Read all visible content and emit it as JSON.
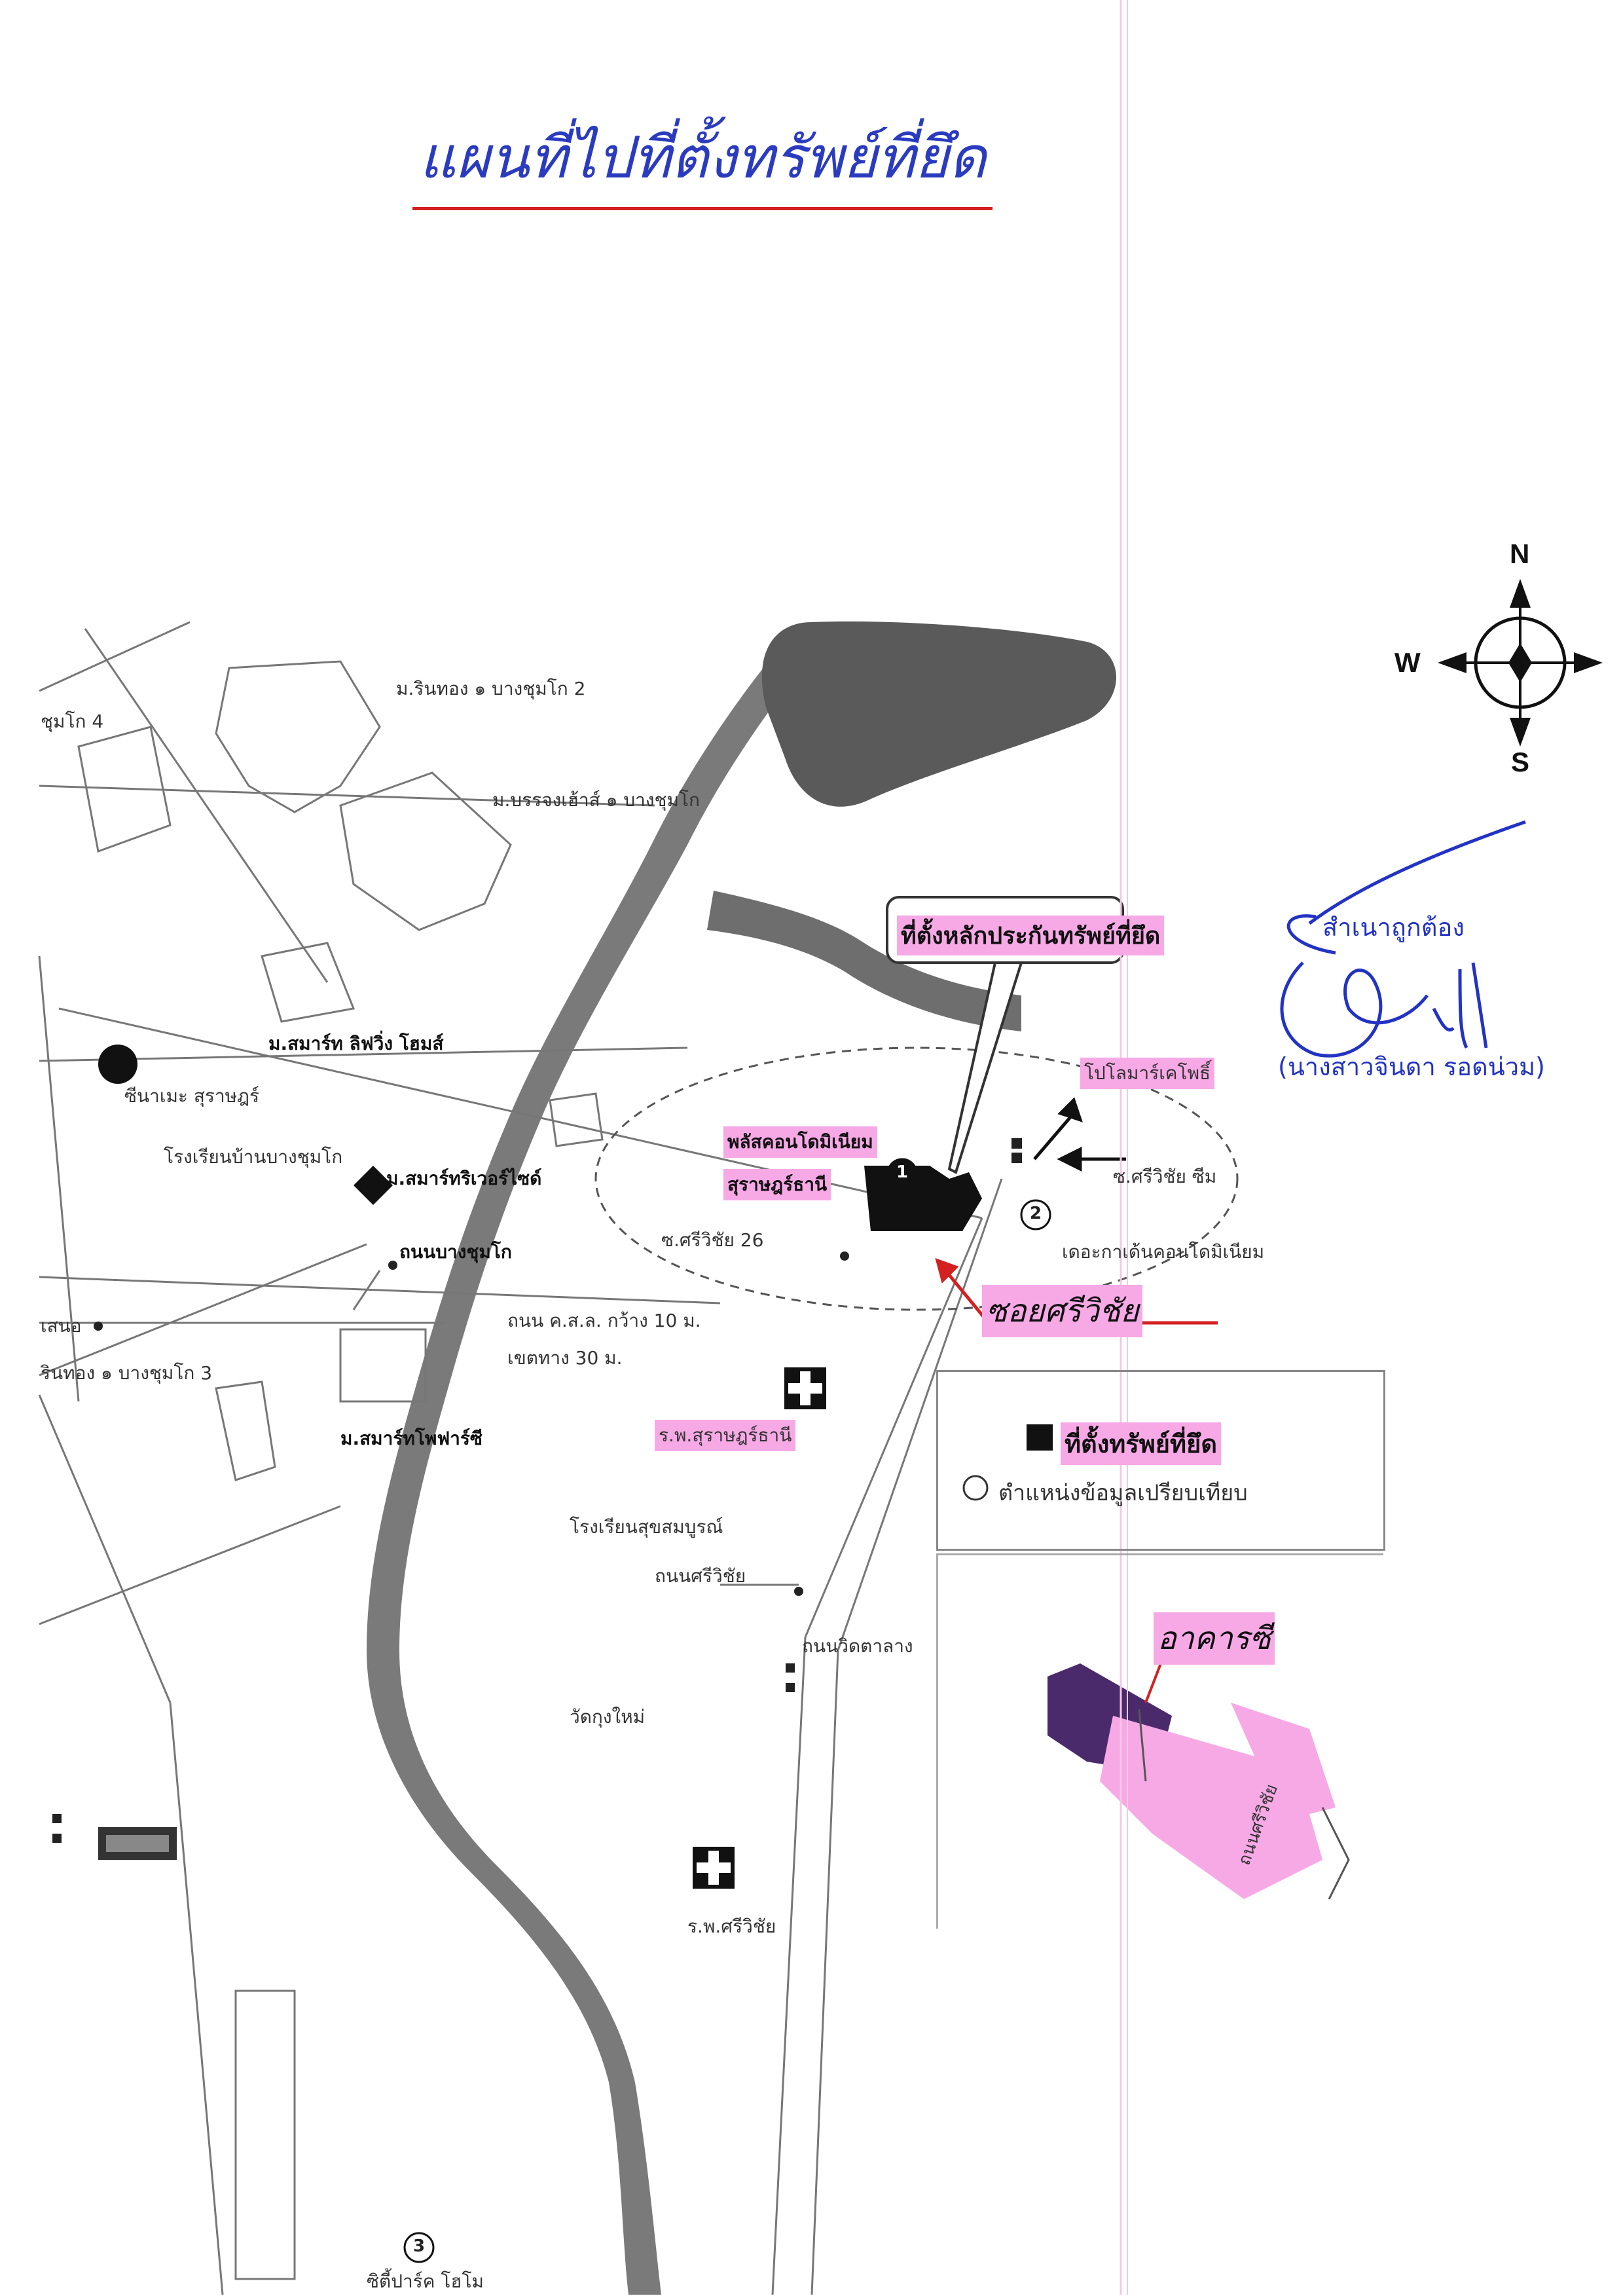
{
  "title": "แผนที่ไปที่ตั้งทรัพย์ที่ยึด",
  "compass": {
    "north": "N",
    "south": "S",
    "west": "W"
  },
  "certification": {
    "certified_text": "สำเนาถูกต้อง",
    "name": "(นางสาวจินดา รอดน่วม)"
  },
  "property_callout": "ที่ตั้งหลักประกันทรัพย์ที่ยึด",
  "road_label_handwritten": "ซอยศรีวิชัย",
  "building_label_handwritten": "อาคารซี",
  "map_labels": {
    "village_top": "ม.รินทอง ๑ บางชุมโก 2",
    "village_prachong": "ม.บรรจงเฮ้าส์ ๑ บางชุมโก",
    "village_left_edge": "ชุมโก 4",
    "village_smart_living": "ม.สมาร์ท ลิฟวิ่ง โฮมส์",
    "village_smart_river": "ม.สมาร์ทริเวอร์ไซด์",
    "village_smart_park": "ม.สมาร์ทโพฟาร์ซี",
    "village_rinthong3": "รินทอง ๑ บางชุมโก 3",
    "school_bangchumko": "โรงเรียนบ้านบางชุมโก",
    "shop_top_left": "ซีนาเมะ สุราษฎร์",
    "road_bangchumko": "ถนนบางชุมโก",
    "soi_sriwichai_26": "ซ.ศรีวิชัย 26",
    "soi_sriwichai_right": "ซ.ศรีวิชัย ซีม",
    "road_width_note": "ถนน ค.ส.ล. กว้าง 10 ม.",
    "right_of_way": "เขตทาง 30 ม.",
    "condo_name_1": "พลัสคอนโดมิเนียม",
    "condo_name_2": "สุราษฎร์ธานี",
    "label_seven_eleven": "โปโลมาร์เคโพธิ์",
    "comparable_condo": "เดอะกาเด้นคอนโดมิเนียม",
    "hospital_label": "ร.พ.สุราษฎร์ธานี",
    "temple_label": "วัดกุงใหม่",
    "school_sukhum": "โรงเรียนสุขสมบูรณ์",
    "road_sriwichai": "ถนนศรีวิชัย",
    "road_right_edge": "ถนนวิดตาลาง",
    "hospital_sriwichai": "ร.พ.ศรีวิชัย",
    "bottom_left_label": "ซิตี้ปาร์ค โฮโม",
    "marker_1": "1",
    "marker_2": "2",
    "marker_3": "3"
  },
  "legend": {
    "property": "ที่ตั้งทรัพย์ที่ยึด",
    "comparable": "ตำแหน่งข้อมูลเปรียบเทียบ"
  },
  "inset": {
    "road_label": "ถนนศรีวิชัย"
  },
  "colors": {
    "river": "#777777",
    "highlight_pink": "#f7a9e6",
    "ink_blue": "#2233c4",
    "ink_red": "#d42020",
    "property_block": "#111111",
    "inset_building": "#4a2a6a"
  }
}
